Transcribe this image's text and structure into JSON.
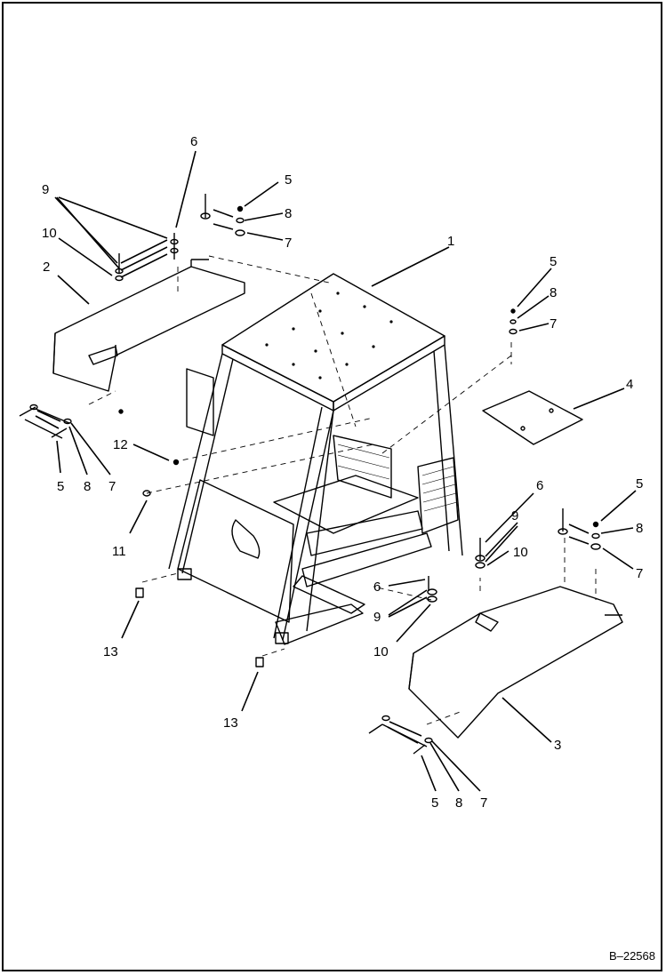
{
  "figure_code": "B–22568",
  "callouts": [
    {
      "id": "c-1-frame",
      "text": "1"
    },
    {
      "id": "c-2-left-fender",
      "text": "2"
    },
    {
      "id": "c-3-right-fender",
      "text": "3"
    },
    {
      "id": "c-4-cover-plate",
      "text": "4"
    },
    {
      "id": "c-5",
      "text": "5"
    },
    {
      "id": "c-6",
      "text": "6"
    },
    {
      "id": "c-7",
      "text": "7"
    },
    {
      "id": "c-8",
      "text": "8"
    },
    {
      "id": "c-9",
      "text": "9"
    },
    {
      "id": "c-10",
      "text": "10"
    },
    {
      "id": "c-11",
      "text": "11"
    },
    {
      "id": "c-12",
      "text": "12"
    },
    {
      "id": "c-13",
      "text": "13"
    }
  ]
}
